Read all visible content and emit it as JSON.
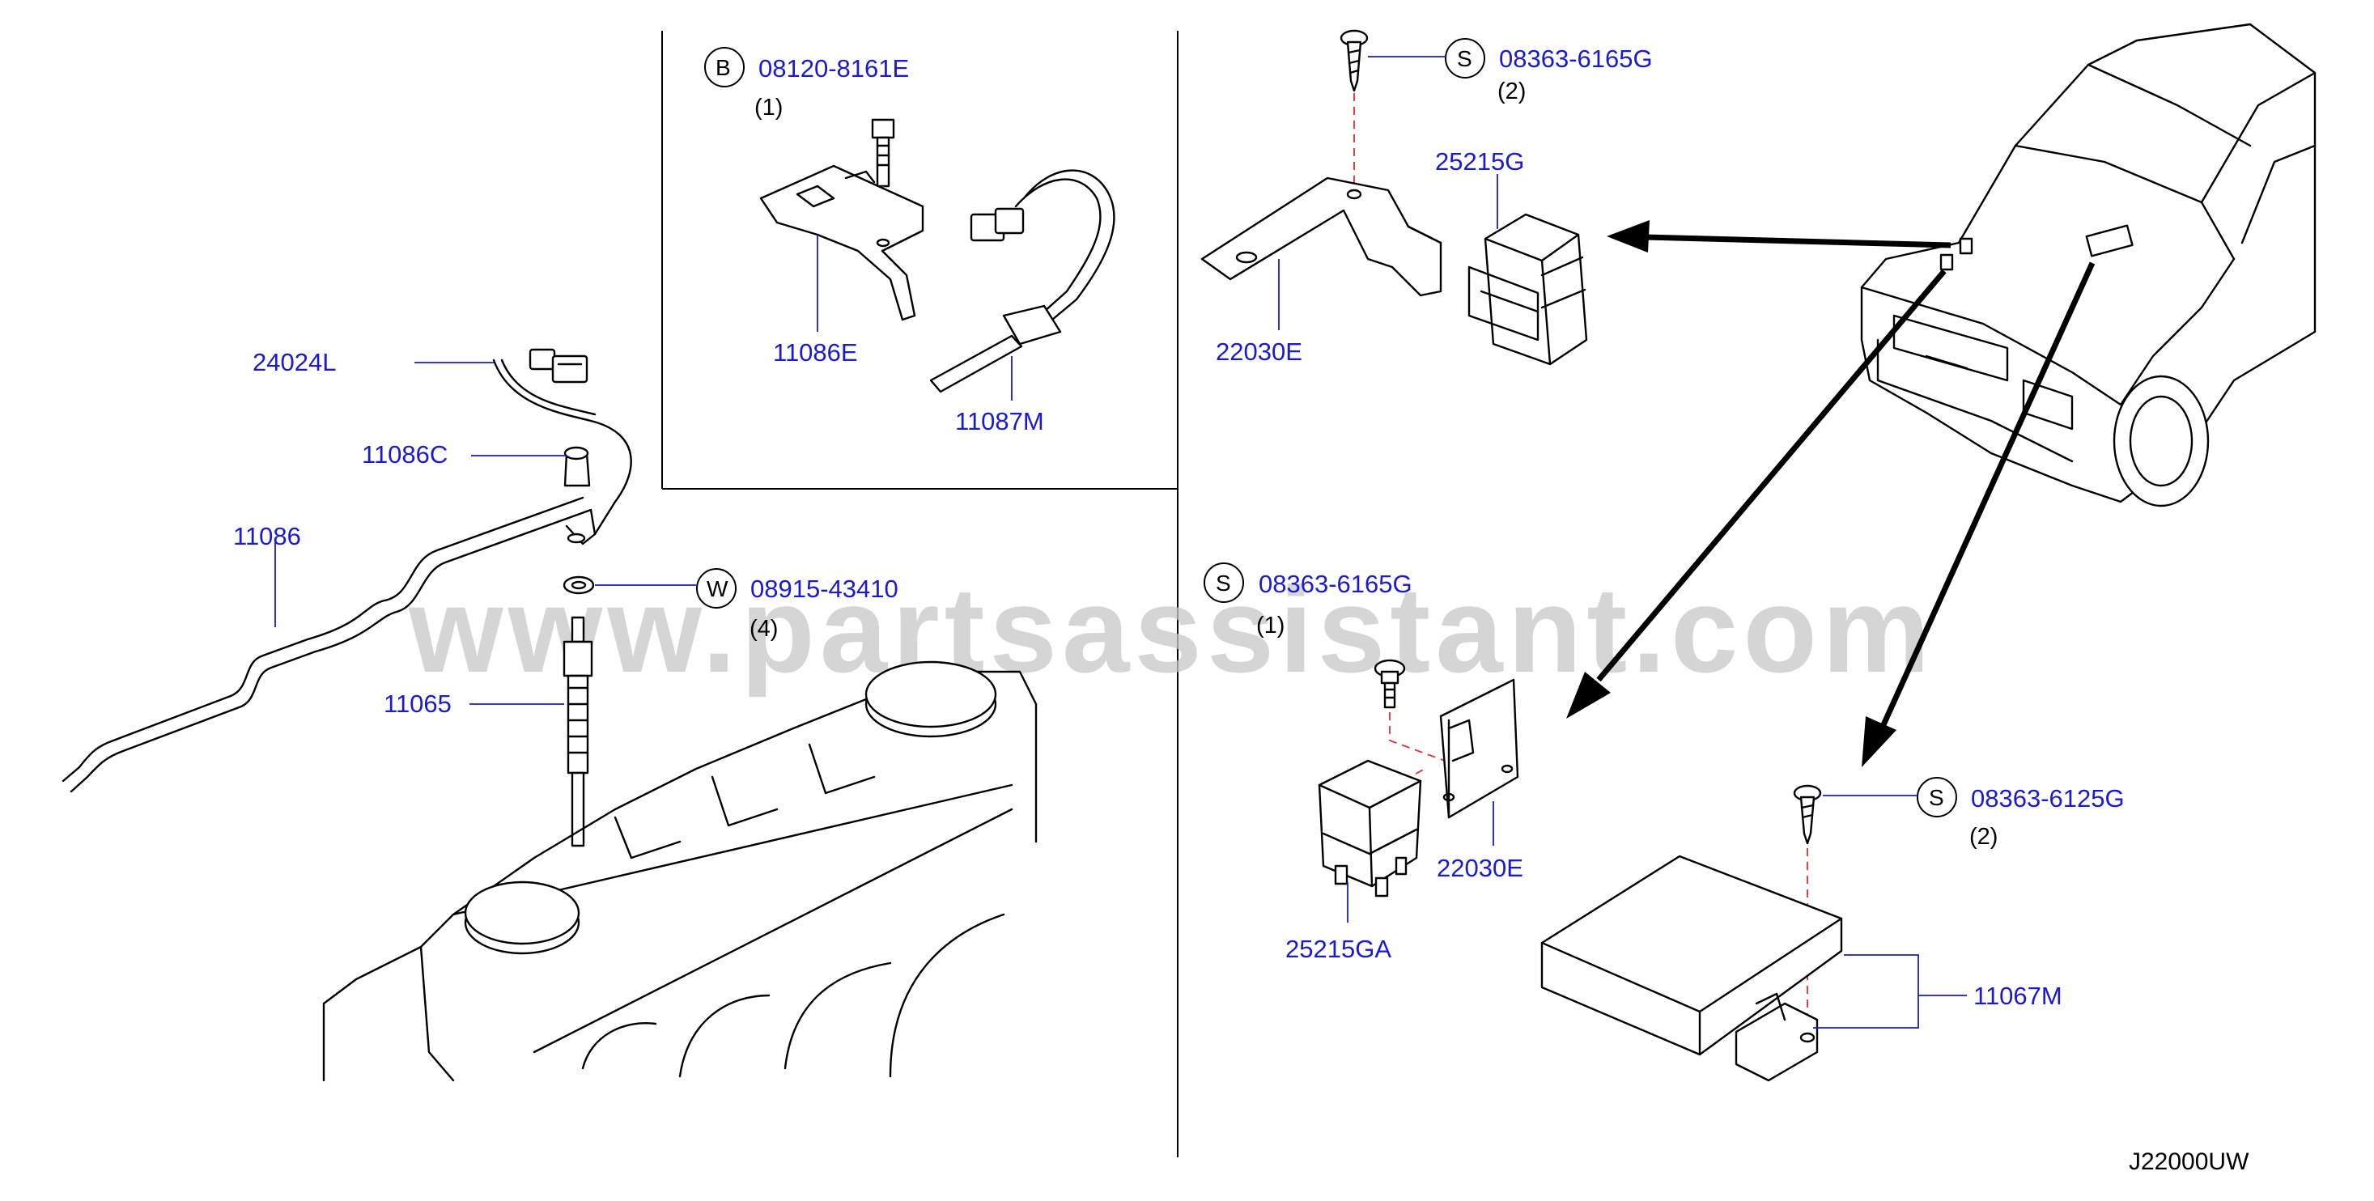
{
  "parts": {
    "p24024L": "24024L",
    "p11086C": "11086C",
    "p11086": "11086",
    "p11065": "11065",
    "p08120": "08120-8161E",
    "p08120_qty": "(1)",
    "p11086E": "11086E",
    "p11087M": "11087M",
    "p08915": "08915-43410",
    "p08915_qty": "(4)",
    "p08363_6165G_top": "08363-6165G",
    "p08363_6165G_top_qty": "(2)",
    "p25215G": "25215G",
    "p22030E_top": "22030E",
    "p08363_6165G_mid": "08363-6165G",
    "p08363_6165G_mid_qty": "(1)",
    "p22030E_mid": "22030E",
    "p25215GA": "25215GA",
    "p08363_6125G": "08363-6125G",
    "p08363_6125G_qty": "(2)",
    "p11067M": "11067M"
  },
  "letters": {
    "B": "B",
    "W": "W",
    "S1": "S",
    "S2": "S",
    "S3": "S"
  },
  "diagram_code": "J22000UW",
  "watermark": "www.partsassistant.com",
  "colors": {
    "part_number": "#1a1ad0",
    "guide_dash": "#e03030",
    "line": "#000000",
    "watermark": "#c8c8c8"
  }
}
